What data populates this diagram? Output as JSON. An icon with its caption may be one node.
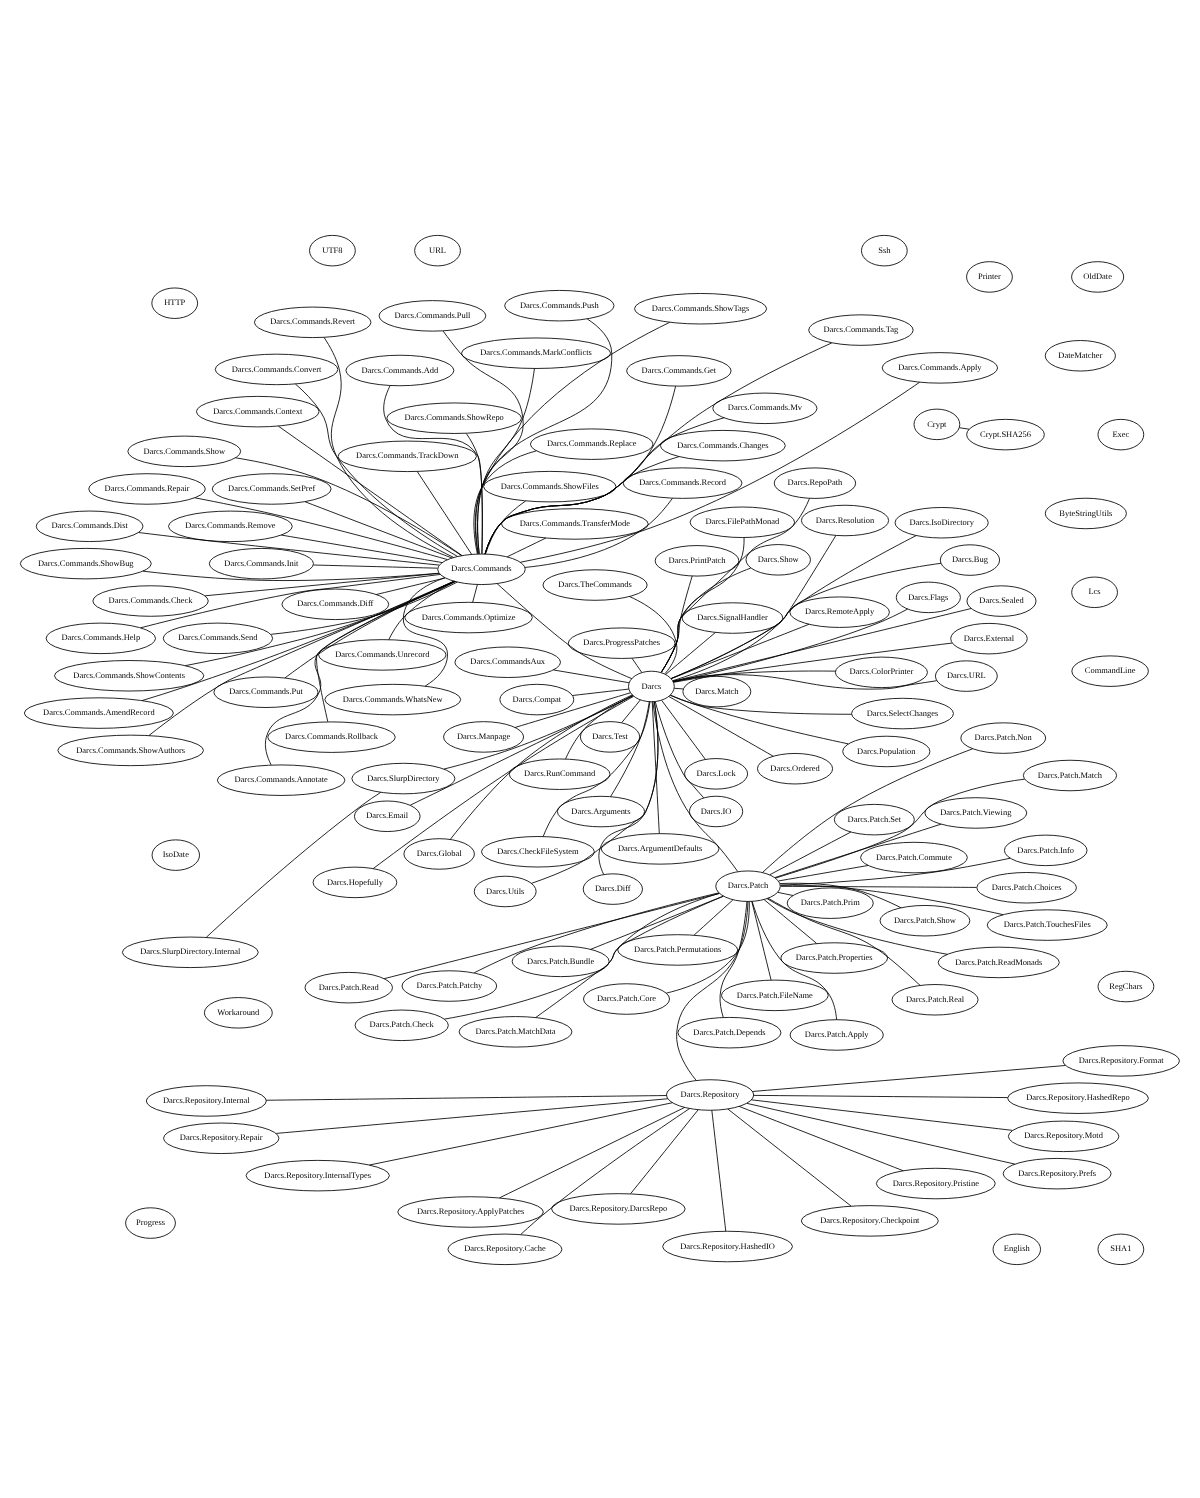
{
  "diagram": {
    "nodes": [
      {
        "text": [
          "Darcs.Repository"
        ]
      },
      {
        "text": [
          "Darcs.Repository.Motd"
        ]
      },
      {
        "text": [
          "Darcs.Repository.Cache"
        ]
      },
      {
        "text": [
          "Darcs.Repository.Internal"
        ]
      },
      {
        "text": [
          "Darcs.Repository.Pristine"
        ]
      },
      {
        "text": [
          "Darcs.Repository.InternalTypes"
        ]
      },
      {
        "text": [
          "Darcs.Repository.ApplyPatches"
        ]
      },
      {
        "text": [
          "Darcs.Repository.Prefs"
        ]
      },
      {
        "text": [
          "Darcs.Repository.DarcsRepo"
        ]
      },
      {
        "text": [
          "Darcs.Repository.Checkpoint"
        ]
      },
      {
        "text": [
          "Darcs.Repository.HashedIO"
        ]
      },
      {
        "text": [
          "Darcs.Repository.Repair"
        ]
      },
      {
        "text": [
          "Darcs.Repository.HashedRepo"
        ]
      },
      {
        "text": [
          "Darcs.Repository.Format"
        ]
      },
      {
        "text": [
          "Darcs.Patch"
        ]
      },
      {
        "text": [
          "Darcs.Patch.Real"
        ]
      },
      {
        "text": [
          "Darcs.Patch.ReadMonads"
        ]
      },
      {
        "text": [
          "Darcs.Patch.Bundle"
        ]
      },
      {
        "text": [
          "Darcs.Patch.Read"
        ]
      },
      {
        "text": [
          "Darcs.Patch.Patchy"
        ]
      },
      {
        "text": [
          "Darcs.Patch.FileName"
        ]
      },
      {
        "text": [
          "Darcs.Patch.Check"
        ]
      },
      {
        "text": [
          "Darcs.Patch.Viewing"
        ]
      },
      {
        "text": [
          "Darcs.Patch.Match"
        ]
      },
      {
        "text": [
          "Darcs.Patch.Set"
        ]
      },
      {
        "text": [
          "Darcs.Patch.Apply"
        ]
      },
      {
        "text": [
          "Darcs.Patch.Info"
        ]
      },
      {
        "text": [
          "Darcs.Patch.Core"
        ]
      },
      {
        "text": [
          "Darcs.Patch.Depends"
        ]
      },
      {
        "text": [
          "Darcs.Patch.TouchesFiles"
        ]
      },
      {
        "text": [
          "Darcs.Patch.Commute"
        ]
      },
      {
        "text": [
          "Darcs.Patch.Show"
        ]
      },
      {
        "text": [
          "Darcs.Patch.MatchData"
        ]
      },
      {
        "text": [
          "Darcs.Patch.Permutations"
        ]
      },
      {
        "text": [
          "Darcs.Patch.Choices"
        ]
      },
      {
        "text": [
          "Darcs.Patch.Properties"
        ]
      },
      {
        "text": [
          "Darcs.Patch.Prim"
        ]
      },
      {
        "text": [
          "Darcs.Patch.Non"
        ]
      },
      {
        "text": [
          "Darcs"
        ]
      },
      {
        "text": [
          "Darcs.Manpage"
        ]
      },
      {
        "text": [
          "Darcs.PrintPatch"
        ]
      },
      {
        "text": [
          "Darcs.CommandsAux"
        ]
      },
      {
        "text": [
          "Darcs.Test"
        ]
      },
      {
        "text": [
          "Darcs.Flags"
        ]
      },
      {
        "text": [
          "Darcs.SelectChanges"
        ]
      },
      {
        "text": [
          "Darcs.Global"
        ]
      },
      {
        "text": [
          "Darcs.Population"
        ]
      },
      {
        "text": [
          "Darcs.Ordered"
        ]
      },
      {
        "text": [
          "Darcs.External"
        ]
      },
      {
        "text": [
          "Darcs.URL"
        ]
      },
      {
        "text": [
          "Darcs.Email"
        ]
      },
      {
        "text": [
          "Darcs.Sealed"
        ]
      },
      {
        "text": [
          "Darcs.RepoPath"
        ]
      },
      {
        "text": [
          "Darcs.FilePathMonad"
        ]
      },
      {
        "text": [
          "Darcs.Resolution"
        ]
      },
      {
        "text": [
          "Darcs.ArgumentDefaults"
        ]
      },
      {
        "text": [
          "Darcs.Utils"
        ]
      },
      {
        "text": [
          "Darcs.TheCommands"
        ]
      },
      {
        "text": [
          "Darcs.RemoteApply"
        ]
      },
      {
        "text": [
          "Darcs.Compat"
        ]
      },
      {
        "text": [
          "Darcs.ProgressPatches"
        ]
      },
      {
        "text": [
          "Darcs.SlurpDirectory"
        ]
      },
      {
        "text": [
          "Darcs.Hopefully"
        ]
      },
      {
        "text": [
          "Darcs.IsoDirectory"
        ]
      },
      {
        "text": [
          "Darcs.ColorPrinter"
        ]
      },
      {
        "text": [
          "Darcs.CheckFileSystem"
        ]
      },
      {
        "text": [
          "Darcs.Match"
        ]
      },
      {
        "text": [
          "Darcs.Bug"
        ]
      },
      {
        "text": [
          "Darcs.IO"
        ]
      },
      {
        "text": [
          "Darcs.RunCommand"
        ]
      },
      {
        "text": [
          "Darcs.Diff"
        ]
      },
      {
        "text": [
          "Darcs.Show"
        ]
      },
      {
        "text": [
          "Darcs.SignalHandler"
        ]
      },
      {
        "text": [
          "Darcs.SlurpDirectory.Internal"
        ]
      },
      {
        "text": [
          "Darcs.Arguments"
        ]
      },
      {
        "text": [
          "Darcs.Lock"
        ]
      },
      {
        "text": [
          "Workaround"
        ]
      },
      {
        "text": [
          "HTTP"
        ]
      },
      {
        "text": [
          "IsoDate"
        ]
      },
      {
        "text": [
          "ByteStringUtils"
        ]
      },
      {
        "text": [
          "Crypt"
        ]
      },
      {
        "text": [
          "Crypt.SHA256"
        ]
      },
      {
        "text": [
          "DateMatcher"
        ]
      },
      {
        "text": [
          "Lcs"
        ]
      },
      {
        "text": [
          "OldDate"
        ]
      },
      {
        "text": [
          "Printer"
        ]
      },
      {
        "text": [
          "CommandLine"
        ]
      },
      {
        "text": [
          "Progress"
        ]
      },
      {
        "text": [
          "English"
        ]
      },
      {
        "text": [
          "SHA1"
        ]
      },
      {
        "text": [
          "RegChars"
        ]
      },
      {
        "text": [
          "Exec"
        ]
      },
      {
        "text": [
          "Ssh"
        ]
      },
      {
        "text": [
          "URL"
        ]
      },
      {
        "text": [
          "UTF8"
        ]
      },
      {
        "text": [
          "Darcs.Commands"
        ]
      },
      {
        "text": [
          "Darcs.Commands.ShowAuthors"
        ]
      },
      {
        "text": [
          "Darcs.Commands.Send"
        ]
      },
      {
        "text": [
          "Darcs.Commands.Changes"
        ]
      },
      {
        "text": [
          "Darcs.Commands.Remove"
        ]
      },
      {
        "text": [
          "Darcs.Commands.AmendRecord"
        ]
      },
      {
        "text": [
          "Darcs.Commands.ShowFiles"
        ]
      },
      {
        "text": [
          "Darcs.Commands.WhatsNew"
        ]
      },
      {
        "text": [
          "Darcs.Commands.Revert"
        ]
      },
      {
        "text": [
          "Darcs.Commands.Convert"
        ]
      },
      {
        "text": [
          "Darcs.Commands.ShowRepo"
        ]
      },
      {
        "text": [
          "Darcs.Commands.Context"
        ]
      },
      {
        "text": [
          "Darcs.Commands.TrackDown"
        ]
      },
      {
        "text": [
          "Darcs.Commands.Annotate"
        ]
      },
      {
        "text": [
          "Darcs.Commands.ShowTags"
        ]
      },
      {
        "text": [
          "Darcs.Commands.ShowContents"
        ]
      },
      {
        "text": [
          "Darcs.Commands.Apply"
        ]
      },
      {
        "text": [
          "Darcs.Commands.Add"
        ]
      },
      {
        "text": [
          "Darcs.Commands.Init"
        ]
      },
      {
        "text": [
          "Darcs.Commands.Rollback"
        ]
      },
      {
        "text": [
          "Darcs.Commands.Diff"
        ]
      },
      {
        "text": [
          "Darcs.Commands.Optimize"
        ]
      },
      {
        "text": [
          "Darcs.Commands.TransferMode"
        ]
      },
      {
        "text": [
          "Darcs.Commands.Put"
        ]
      },
      {
        "text": [
          "Darcs.Commands.Get"
        ]
      },
      {
        "text": [
          "Darcs.Commands.MarkConflicts"
        ]
      },
      {
        "text": [
          "Darcs.Commands.Check"
        ]
      },
      {
        "text": [
          "Darcs.Commands.Help"
        ]
      },
      {
        "text": [
          "Darcs.Commands.Repair"
        ]
      },
      {
        "text": [
          "Darcs.Commands.Mv"
        ]
      },
      {
        "text": [
          "Darcs.Commands.Record"
        ]
      },
      {
        "text": [
          "Darcs.Commands.Replace"
        ]
      },
      {
        "text": [
          "Darcs.Commands.Push"
        ]
      },
      {
        "text": [
          "Darcs.Commands.Pull"
        ]
      },
      {
        "text": [
          "Darcs.Commands.Unrecord"
        ]
      },
      {
        "text": [
          "Darcs.Commands.Tag"
        ]
      },
      {
        "text": [
          "Darcs.Commands.SetPref"
        ]
      },
      {
        "text": [
          "Darcs.Commands.ShowBug"
        ]
      },
      {
        "text": [
          "Darcs.Commands.Dist"
        ]
      },
      {
        "text": [
          "Darcs.Commands.Show"
        ]
      }
    ],
    "edges": [
      {
        "from": 0,
        "to": 1,
        "arrow": "none"
      },
      {
        "from": 0,
        "to": 2,
        "arrow": "none"
      },
      {
        "from": 0,
        "to": 3,
        "arrow": "none"
      },
      {
        "from": 0,
        "to": 4,
        "arrow": "none"
      },
      {
        "from": 0,
        "to": 5,
        "arrow": "none"
      },
      {
        "from": 0,
        "to": 6,
        "arrow": "none"
      },
      {
        "from": 0,
        "to": 7,
        "arrow": "none"
      },
      {
        "from": 0,
        "to": 8,
        "arrow": "none"
      },
      {
        "from": 0,
        "to": 9,
        "arrow": "none"
      },
      {
        "from": 0,
        "to": 10,
        "arrow": "none"
      },
      {
        "from": 0,
        "to": 11,
        "arrow": "none"
      },
      {
        "from": 0,
        "to": 12,
        "arrow": "none"
      },
      {
        "from": 0,
        "to": 13,
        "arrow": "none"
      },
      {
        "from": 0,
        "to": 14,
        "arrow": "none"
      },
      {
        "from": 14,
        "to": 15,
        "arrow": "none"
      },
      {
        "from": 14,
        "to": 16,
        "arrow": "none"
      },
      {
        "from": 14,
        "to": 17,
        "arrow": "none"
      },
      {
        "from": 14,
        "to": 18,
        "arrow": "none"
      },
      {
        "from": 14,
        "to": 19,
        "arrow": "none"
      },
      {
        "from": 14,
        "to": 20,
        "arrow": "none"
      },
      {
        "from": 14,
        "to": 21,
        "arrow": "none"
      },
      {
        "from": 14,
        "to": 22,
        "arrow": "none"
      },
      {
        "from": 14,
        "to": 23,
        "arrow": "none"
      },
      {
        "from": 14,
        "to": 24,
        "arrow": "none"
      },
      {
        "from": 14,
        "to": 25,
        "arrow": "none"
      },
      {
        "from": 14,
        "to": 26,
        "arrow": "none"
      },
      {
        "from": 14,
        "to": 27,
        "arrow": "none"
      },
      {
        "from": 14,
        "to": 28,
        "arrow": "none"
      },
      {
        "from": 14,
        "to": 29,
        "arrow": "none"
      },
      {
        "from": 14,
        "to": 30,
        "arrow": "none"
      },
      {
        "from": 14,
        "to": 31,
        "arrow": "none"
      },
      {
        "from": 14,
        "to": 32,
        "arrow": "none"
      },
      {
        "from": 14,
        "to": 33,
        "arrow": "none"
      },
      {
        "from": 14,
        "to": 34,
        "arrow": "none"
      },
      {
        "from": 14,
        "to": 35,
        "arrow": "none"
      },
      {
        "from": 14,
        "to": 36,
        "arrow": "none"
      },
      {
        "from": 14,
        "to": 37,
        "arrow": "none"
      },
      {
        "from": 14,
        "to": 38,
        "arrow": "none"
      },
      {
        "from": 38,
        "to": 39,
        "arrow": "none"
      },
      {
        "from": 38,
        "to": 40,
        "arrow": "none"
      },
      {
        "from": 38,
        "to": 41,
        "arrow": "none"
      },
      {
        "from": 38,
        "to": 42,
        "arrow": "none"
      },
      {
        "from": 38,
        "to": 43,
        "arrow": "none"
      },
      {
        "from": 38,
        "to": 44,
        "arrow": "none"
      },
      {
        "from": 38,
        "to": 45,
        "arrow": "none"
      },
      {
        "from": 38,
        "to": 46,
        "arrow": "none"
      },
      {
        "from": 38,
        "to": 47,
        "arrow": "none"
      },
      {
        "from": 38,
        "to": 48,
        "arrow": "none"
      },
      {
        "from": 38,
        "to": 49,
        "arrow": "none"
      },
      {
        "from": 38,
        "to": 50,
        "arrow": "none"
      },
      {
        "from": 38,
        "to": 51,
        "arrow": "none"
      },
      {
        "from": 38,
        "to": 52,
        "arrow": "none"
      },
      {
        "from": 38,
        "to": 53,
        "arrow": "none"
      },
      {
        "from": 38,
        "to": 54,
        "arrow": "none"
      },
      {
        "from": 38,
        "to": 55,
        "arrow": "none"
      },
      {
        "from": 38,
        "to": 56,
        "arrow": "none"
      },
      {
        "from": 38,
        "to": 57,
        "arrow": "none"
      },
      {
        "from": 38,
        "to": 58,
        "arrow": "none"
      },
      {
        "from": 38,
        "to": 59,
        "arrow": "none"
      },
      {
        "from": 38,
        "to": 60,
        "arrow": "none"
      },
      {
        "from": 38,
        "to": 61,
        "arrow": "none"
      },
      {
        "from": 38,
        "to": 62,
        "arrow": "none"
      },
      {
        "from": 38,
        "to": 63,
        "arrow": "none"
      },
      {
        "from": 38,
        "to": 64,
        "arrow": "none"
      },
      {
        "from": 38,
        "to": 65,
        "arrow": "none"
      },
      {
        "from": 38,
        "to": 66,
        "arrow": "none"
      },
      {
        "from": 38,
        "to": 67,
        "arrow": "none"
      },
      {
        "from": 38,
        "to": 68,
        "arrow": "none"
      },
      {
        "from": 38,
        "to": 69,
        "arrow": "none"
      },
      {
        "from": 38,
        "to": 70,
        "arrow": "none"
      },
      {
        "from": 38,
        "to": 71,
        "arrow": "none"
      },
      {
        "from": 38,
        "to": 72,
        "arrow": "none"
      },
      {
        "from": 61,
        "to": 73,
        "arrow": "none"
      },
      {
        "from": 38,
        "to": 74,
        "arrow": "none"
      },
      {
        "from": 38,
        "to": 75,
        "arrow": "none"
      },
      {
        "from": 80,
        "to": 81,
        "arrow": "none"
      },
      {
        "from": 38,
        "to": 95,
        "arrow": "none"
      },
      {
        "from": 95,
        "to": 96,
        "arrow": "none"
      },
      {
        "from": 95,
        "to": 97,
        "arrow": "none"
      },
      {
        "from": 95,
        "to": 98,
        "arrow": "none"
      },
      {
        "from": 95,
        "to": 99,
        "arrow": "none"
      },
      {
        "from": 95,
        "to": 100,
        "arrow": "none"
      },
      {
        "from": 95,
        "to": 101,
        "arrow": "none"
      },
      {
        "from": 95,
        "to": 102,
        "arrow": "none"
      },
      {
        "from": 95,
        "to": 103,
        "arrow": "none"
      },
      {
        "from": 95,
        "to": 104,
        "arrow": "none"
      },
      {
        "from": 95,
        "to": 105,
        "arrow": "none"
      },
      {
        "from": 95,
        "to": 106,
        "arrow": "none"
      },
      {
        "from": 95,
        "to": 107,
        "arrow": "none"
      },
      {
        "from": 95,
        "to": 108,
        "arrow": "none"
      },
      {
        "from": 95,
        "to": 109,
        "arrow": "none"
      },
      {
        "from": 95,
        "to": 110,
        "arrow": "none"
      },
      {
        "from": 95,
        "to": 111,
        "arrow": "none"
      },
      {
        "from": 95,
        "to": 112,
        "arrow": "none"
      },
      {
        "from": 95,
        "to": 113,
        "arrow": "none"
      },
      {
        "from": 95,
        "to": 114,
        "arrow": "none"
      },
      {
        "from": 95,
        "to": 115,
        "arrow": "none"
      },
      {
        "from": 95,
        "to": 116,
        "arrow": "none"
      },
      {
        "from": 95,
        "to": 117,
        "arrow": "none"
      },
      {
        "from": 95,
        "to": 118,
        "arrow": "none"
      },
      {
        "from": 95,
        "to": 119,
        "arrow": "none"
      },
      {
        "from": 95,
        "to": 120,
        "arrow": "none"
      },
      {
        "from": 95,
        "to": 121,
        "arrow": "none"
      },
      {
        "from": 95,
        "to": 122,
        "arrow": "none"
      },
      {
        "from": 95,
        "to": 123,
        "arrow": "none"
      },
      {
        "from": 95,
        "to": 124,
        "arrow": "none"
      },
      {
        "from": 95,
        "to": 125,
        "arrow": "none"
      },
      {
        "from": 95,
        "to": 126,
        "arrow": "none"
      },
      {
        "from": 95,
        "to": 127,
        "arrow": "none"
      },
      {
        "from": 95,
        "to": 128,
        "arrow": "none"
      },
      {
        "from": 95,
        "to": 129,
        "arrow": "none"
      },
      {
        "from": 95,
        "to": 130,
        "arrow": "none"
      },
      {
        "from": 95,
        "to": 131,
        "arrow": "none"
      },
      {
        "from": 95,
        "to": 132,
        "arrow": "none"
      },
      {
        "from": 95,
        "to": 133,
        "arrow": "none"
      },
      {
        "from": 95,
        "to": 134,
        "arrow": "none"
      }
    ]
  }
}
